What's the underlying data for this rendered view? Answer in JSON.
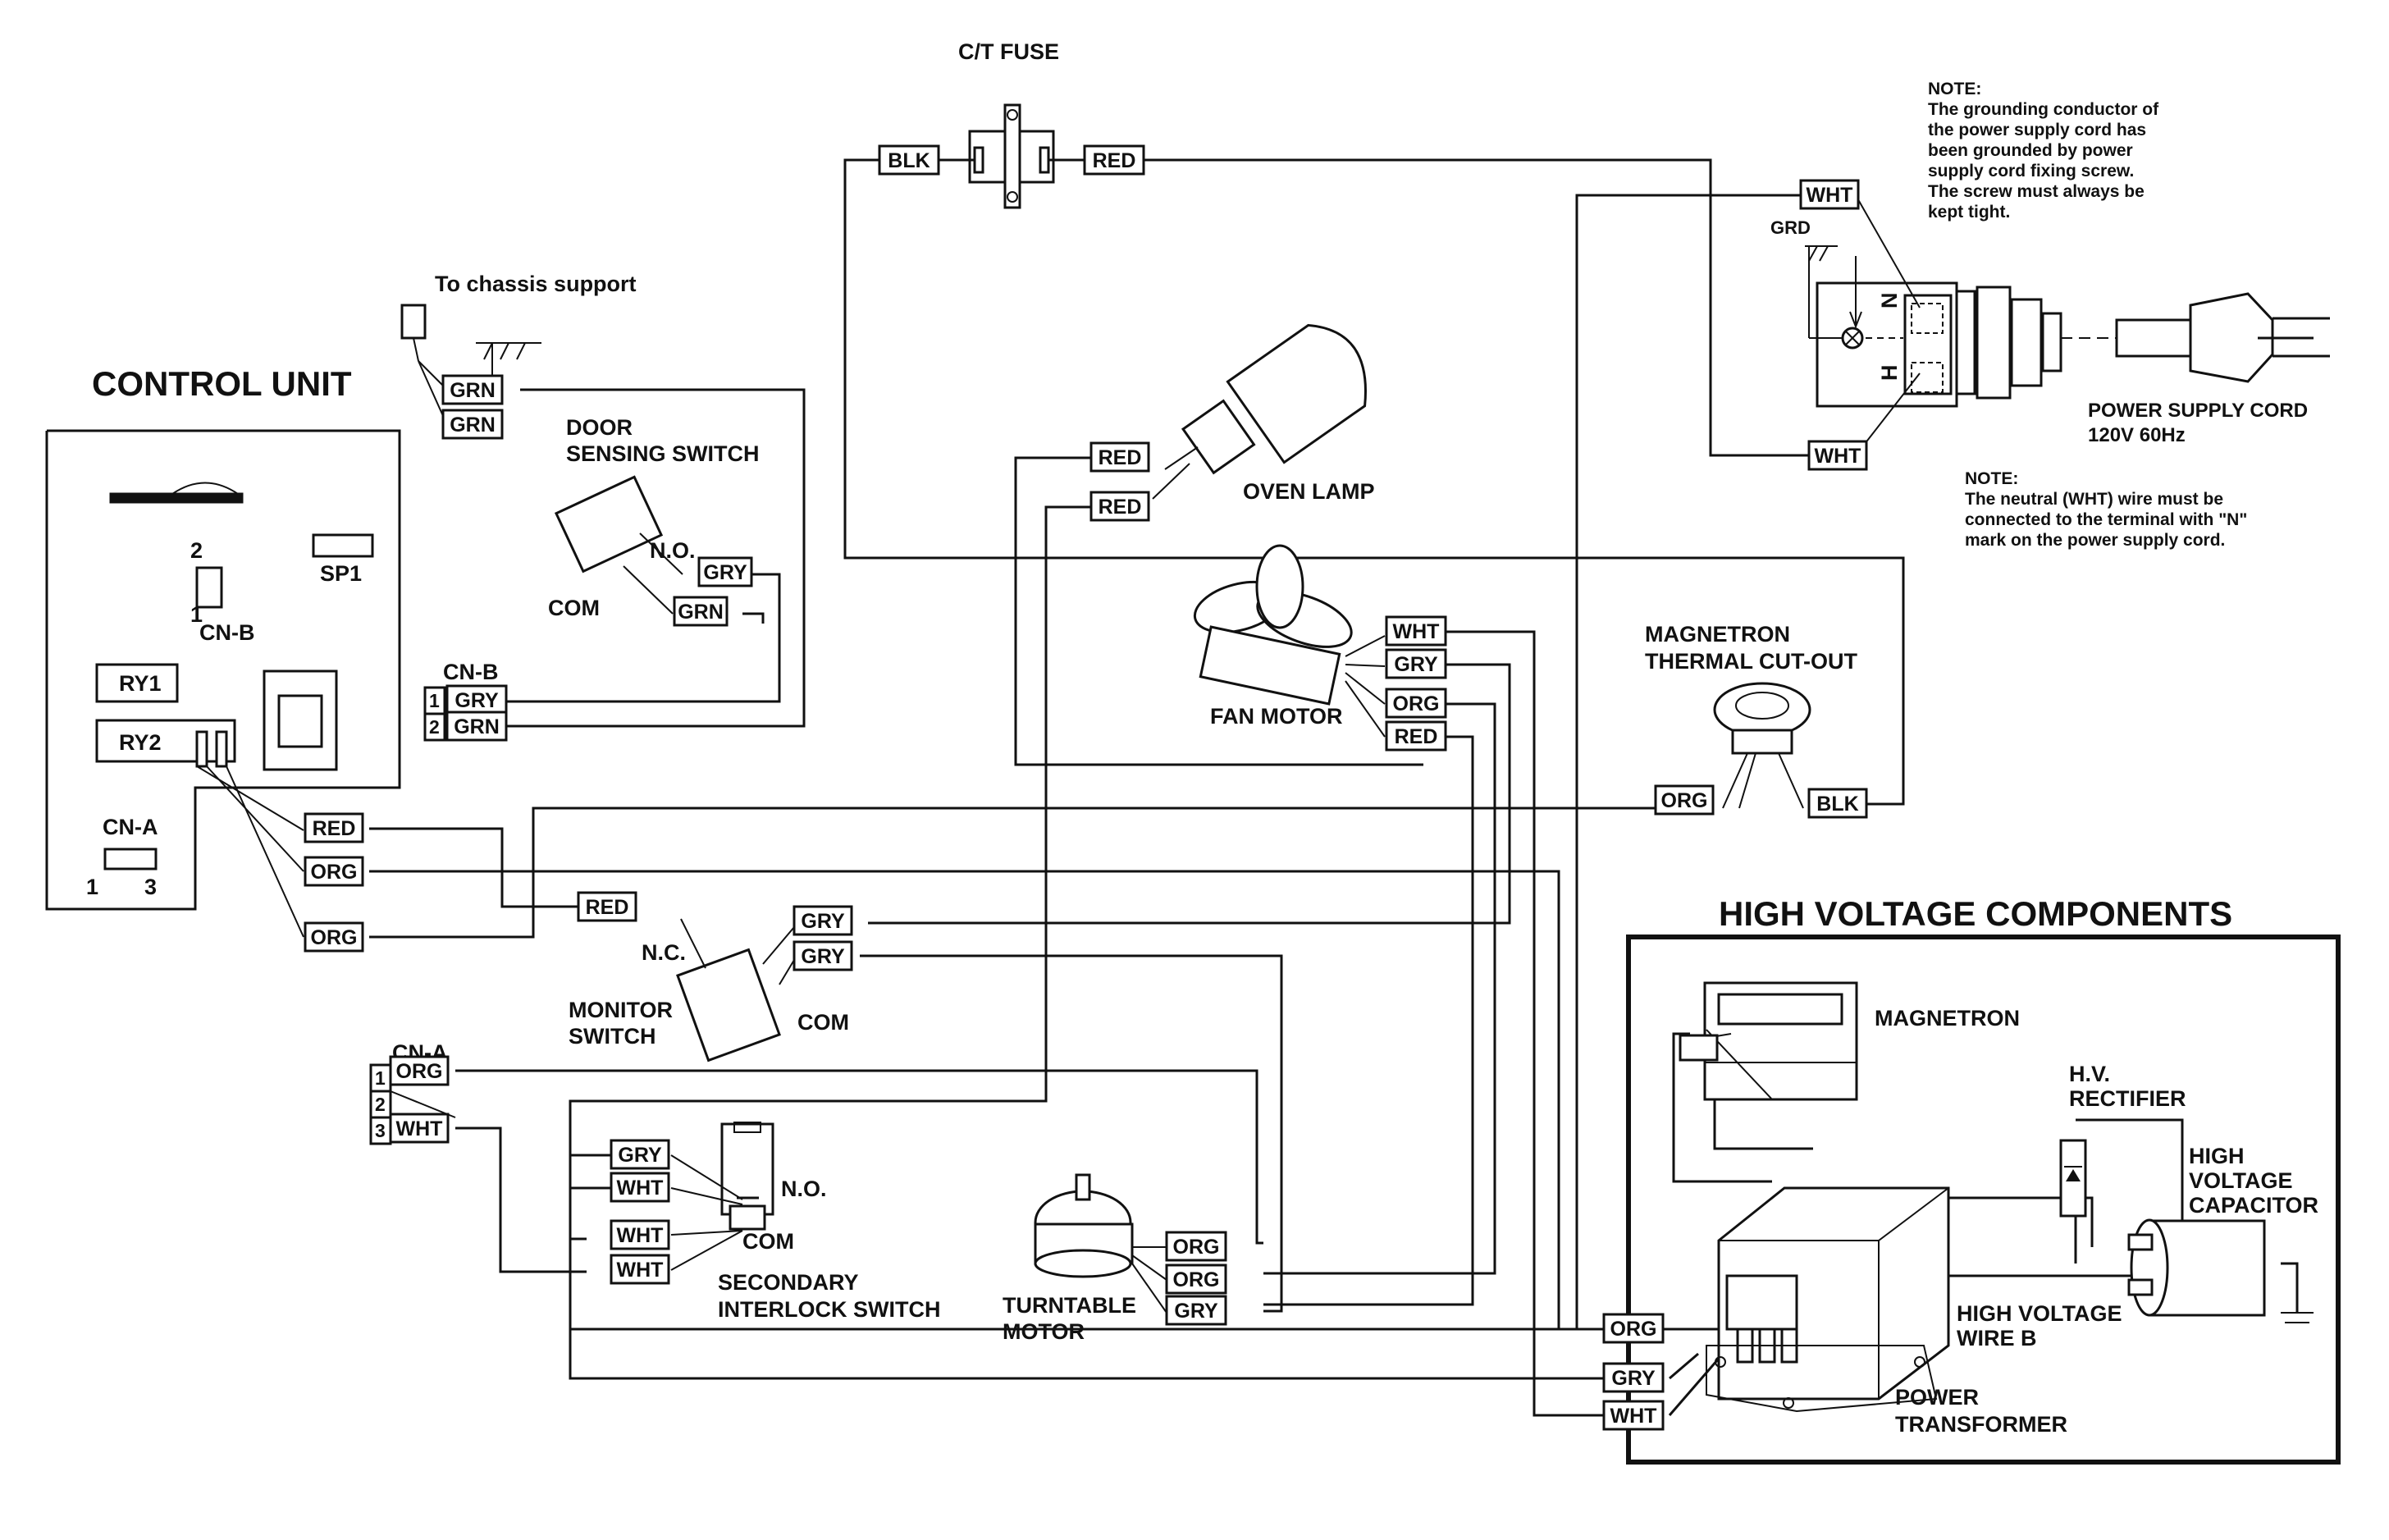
{
  "titles": {
    "control_unit": "CONTROL UNIT",
    "high_voltage": "HIGH VOLTAGE COMPONENTS"
  },
  "labels": {
    "ct_fuse": "C/T FUSE",
    "chassis": "To chassis support",
    "door_switch_1": "DOOR",
    "door_switch_2": "SENSING SWITCH",
    "no": "N.O.",
    "com": "COM",
    "nc": "N.C.",
    "monitor_1": "MONITOR",
    "monitor_2": "SWITCH",
    "oven_lamp": "OVEN LAMP",
    "fan_motor": "FAN MOTOR",
    "mag_cut_1": "MAGNETRON",
    "mag_cut_2": "THERMAL CUT-OUT",
    "grd": "GRD",
    "n_mark": "N",
    "h_mark": "H",
    "cord_1": "POWER SUPPLY CORD",
    "cord_2": "120V 60Hz",
    "sec_1": "SECONDARY",
    "sec_2": "INTERLOCK SWITCH",
    "turn_1": "TURNTABLE",
    "turn_2": "MOTOR",
    "magnetron": "MAGNETRON",
    "rect_1": "H.V.",
    "rect_2": "RECTIFIER",
    "cap_1": "HIGH",
    "cap_2": "VOLTAGE",
    "cap_3": "CAPACITOR",
    "wire_b_1": "HIGH VOLTAGE",
    "wire_b_2": "WIRE B",
    "pt_1": "POWER",
    "pt_2": "TRANSFORMER"
  },
  "control_unit": {
    "sp1": "SP1",
    "ry1": "RY1",
    "ry2": "RY2",
    "cnb": "CN-B",
    "cnb_pin2": "2",
    "cnb_pin1": "1",
    "cna": "CN-A",
    "cna_pin1": "1",
    "cna_pin3": "3"
  },
  "connectors": {
    "cnb_label": "CN-B",
    "cnb_pins": [
      "1",
      "2"
    ],
    "cna_label": "CN-A",
    "cna_pins": [
      "1",
      "2",
      "3"
    ]
  },
  "notes": {
    "note1_title": "NOTE:",
    "note1_lines": [
      "The grounding conductor of",
      "the power supply cord has",
      "been grounded by power",
      "supply cord fixing screw.",
      "The screw must always be",
      "kept tight."
    ],
    "note2_title": "NOTE:",
    "note2_lines": [
      "The neutral (WHT) wire must be",
      "connected to the terminal with \"N\"",
      "mark on the power supply cord."
    ]
  },
  "wire_tags": [
    "BLK",
    "RED",
    "WHT",
    "RED",
    "GRN",
    "GRN",
    "GRY",
    "GRN",
    "GRY",
    "GRN",
    "RED",
    "WHT",
    "WHT",
    "GRY",
    "ORG",
    "RED",
    "ORG",
    "BLK",
    "RED",
    "ORG",
    "ORG",
    "RED",
    "GRY",
    "GRY",
    "ORG",
    "WHT",
    "GRY",
    "WHT",
    "WHT",
    "WHT",
    "ORG",
    "ORG",
    "GRY",
    "ORG",
    "GRY",
    "WHT"
  ]
}
